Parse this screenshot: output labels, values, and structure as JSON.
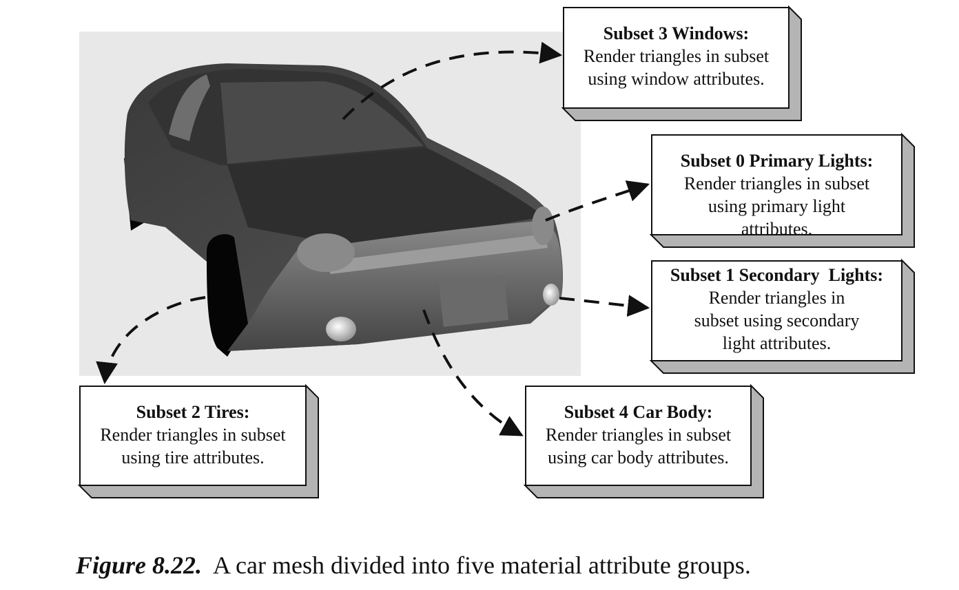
{
  "subsets": {
    "windows": {
      "title": "Subset 3 Windows:",
      "body": "Render triangles in subset using window attributes."
    },
    "primary_lights": {
      "title": "Subset 0 Primary Lights:",
      "body": "Render triangles in subset using primary light attributes."
    },
    "secondary_lights": {
      "title": "Subset 1 Secondary  Lights:",
      "body": "Render triangles in subset using secondary light attributes."
    },
    "tires": {
      "title": "Subset 2 Tires:",
      "body": "Render triangles in subset using tire attributes."
    },
    "car_body": {
      "title": "Subset 4 Car Body:",
      "body": "Render triangles in subset using car body attributes."
    }
  },
  "caption": {
    "figure": "Figure 8.22.",
    "text": "A car mesh divided into five material attribute groups."
  }
}
